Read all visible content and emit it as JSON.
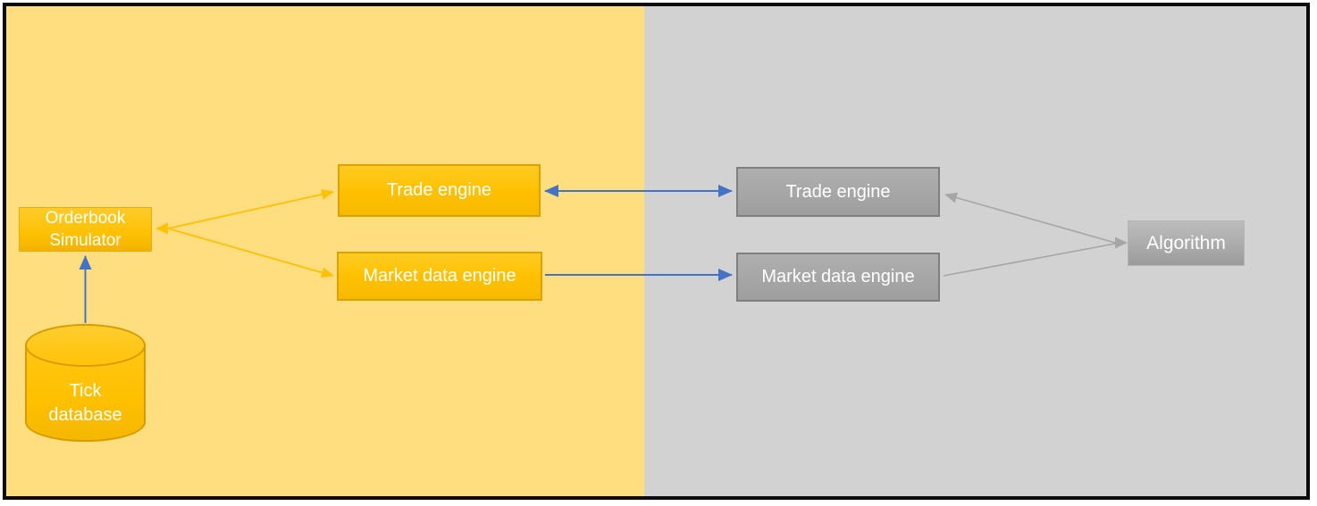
{
  "diagram": {
    "nodes": {
      "orderbook_simulator": {
        "label": "Orderbook Simulator"
      },
      "tick_database": {
        "label": "Tick database"
      },
      "trade_engine_sim": {
        "label": "Trade engine"
      },
      "market_data_engine_sim": {
        "label": "Market data engine"
      },
      "trade_engine_live": {
        "label": "Trade engine"
      },
      "market_data_engine_live": {
        "label": "Market data engine"
      },
      "algorithm": {
        "label": "Algorithm"
      }
    },
    "edges": [
      {
        "from": "tick_database",
        "to": "orderbook_simulator",
        "style": "single-arrow",
        "color": "#4472C4"
      },
      {
        "from": "orderbook_simulator",
        "to": "trade_engine_sim",
        "style": "double-arrow",
        "color": "#FFC000"
      },
      {
        "from": "orderbook_simulator",
        "to": "market_data_engine_sim",
        "style": "double-arrow",
        "color": "#FFC000"
      },
      {
        "from": "trade_engine_sim",
        "to": "trade_engine_live",
        "style": "double-arrow",
        "color": "#4472C4"
      },
      {
        "from": "market_data_engine_sim",
        "to": "market_data_engine_live",
        "style": "single-arrow",
        "color": "#4472C4"
      },
      {
        "from": "algorithm",
        "to": "trade_engine_live",
        "style": "single-arrow",
        "color": "#A6A6A6"
      },
      {
        "from": "market_data_engine_live",
        "to": "algorithm",
        "style": "single-arrow",
        "color": "#A6A6A6"
      }
    ],
    "colors": {
      "left_background": "#FFDE7F",
      "right_background": "#D2D2D2",
      "orange_node_fill": "#FFC000",
      "orange_node_border": "#DDA005",
      "gray_node_fill": "#A6A6A6",
      "gray_node_border": "#7F7F7F",
      "blue_arrow": "#4472C4",
      "yellow_arrow": "#FFC000",
      "gray_arrow": "#A6A6A6",
      "frame_border": "#0B0B0B",
      "label_text": "#FFFFFF"
    }
  }
}
